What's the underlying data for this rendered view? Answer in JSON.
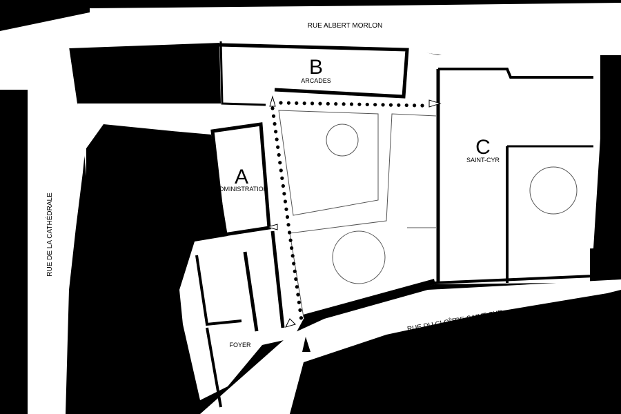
{
  "colors": {
    "ground": "#000000",
    "space": "#ffffff",
    "wall": "#000000",
    "line": "#555555"
  },
  "streets": {
    "north": "RUE ALBERT MORLON",
    "west": "RUE DE LA CATHÉDRALE",
    "south": "RUE DU CLOÎTRE SAINT-CYR"
  },
  "buildings": [
    {
      "letter": "A",
      "name": "ADMINISTRATION"
    },
    {
      "letter": "B",
      "name": "ARCADES"
    },
    {
      "letter": "C",
      "name": "SAINT-CYR"
    }
  ],
  "rooms": {
    "foyer": "FOYER"
  },
  "route": {
    "type": "dotted-path",
    "markers": [
      "arrow-up",
      "arrow-right",
      "arrow-left",
      "entrance-arrow"
    ]
  }
}
